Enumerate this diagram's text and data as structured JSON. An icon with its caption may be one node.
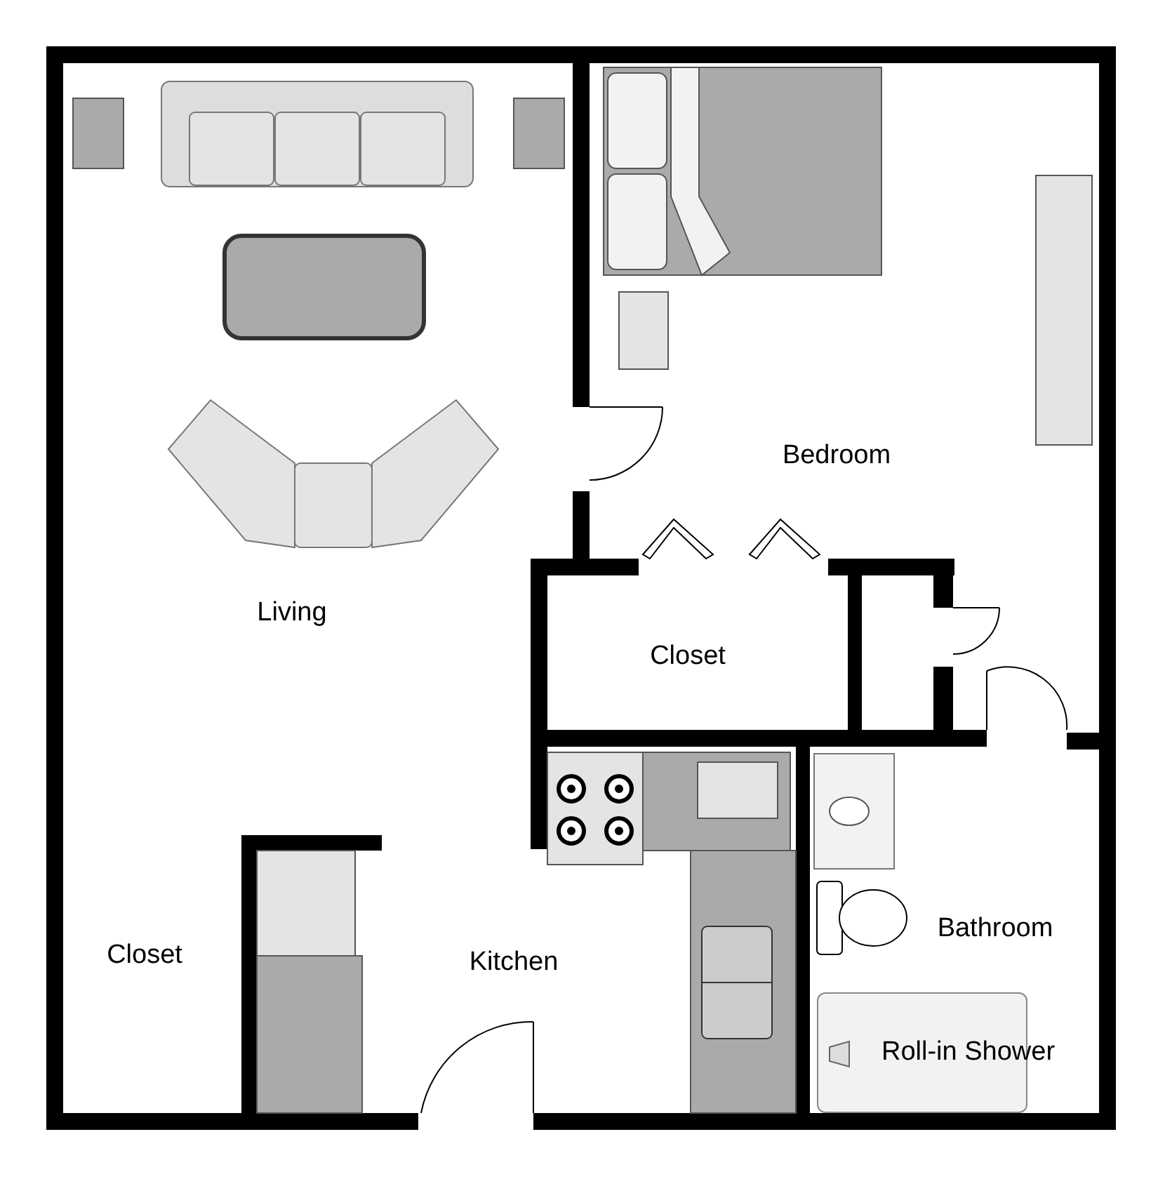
{
  "diagram": {
    "nodes": [
      {
        "text": [
          "Living"
        ]
      },
      {
        "text": [
          "Bedroom"
        ]
      },
      {
        "text": [
          "Closet"
        ]
      },
      {
        "text": [
          "Closet"
        ]
      },
      {
        "text": [
          "Kitchen"
        ]
      },
      {
        "text": [
          "Bathroom"
        ]
      },
      {
        "text": [
          "Roll-in Shower"
        ],
        "in": 5
      }
    ]
  }
}
